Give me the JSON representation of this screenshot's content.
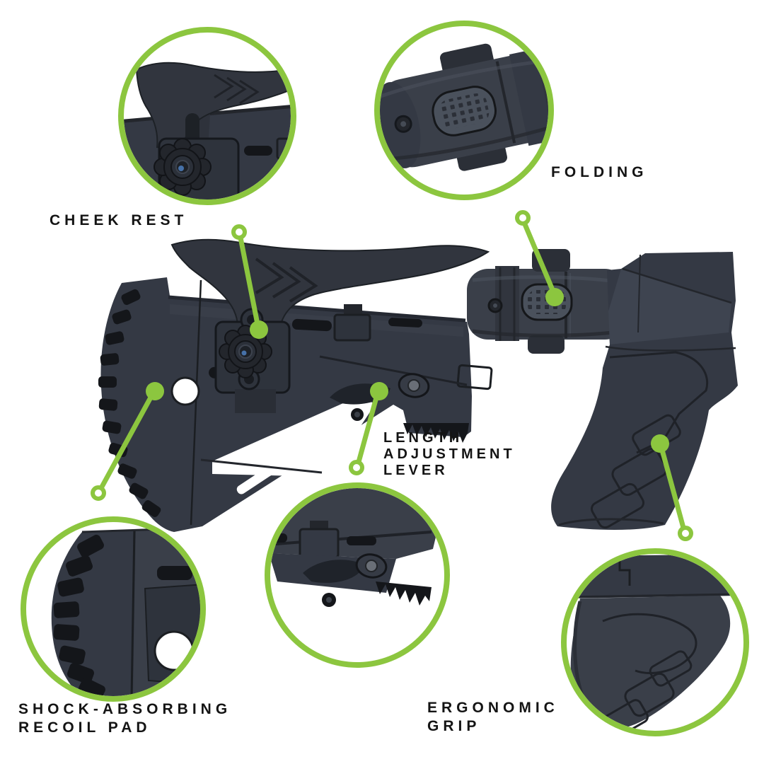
{
  "colors": {
    "accent_green": "#8CC63F",
    "product_dark": "#343944",
    "product_mid": "#3A3F49",
    "product_light": "#4A515C",
    "detail_line": "#1B1E22",
    "label_text": "#141414",
    "background": "#FFFFFF"
  },
  "features": [
    {
      "id": "cheek-rest",
      "label": "CHEEK REST"
    },
    {
      "id": "folding",
      "label": "FOLDING"
    },
    {
      "id": "length-adjustment-lever",
      "label": "LENGTH\nADJUSTMENT\nLEVER"
    },
    {
      "id": "shock-absorbing-recoil-pad",
      "label": "SHOCK-ABSORBING\nRECOIL PAD"
    },
    {
      "id": "ergonomic-grip",
      "label": "ERGONOMIC\nGRIP"
    }
  ]
}
